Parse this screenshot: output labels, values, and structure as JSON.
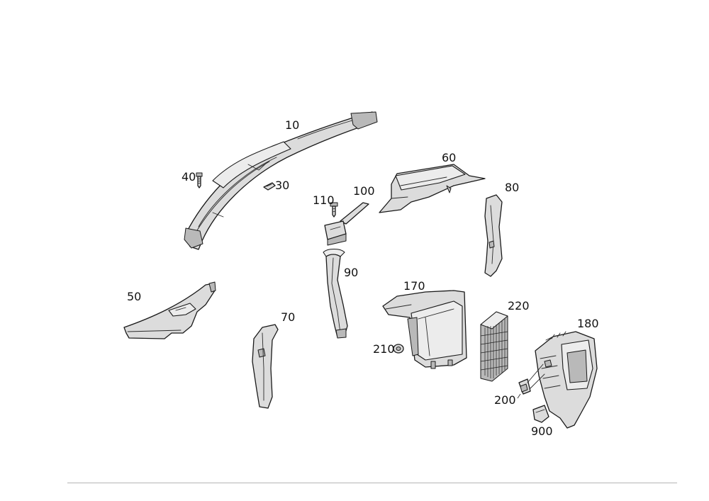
{
  "callouts": {
    "p10": "10",
    "p30": "30",
    "p40": "40",
    "p50": "50",
    "p60": "60",
    "p70": "70",
    "p80": "80",
    "p90": "90",
    "p100": "100",
    "p110": "110",
    "p170": "170",
    "p180": "180",
    "p200": "200",
    "p210": "210",
    "p220": "220",
    "p900": "900"
  }
}
